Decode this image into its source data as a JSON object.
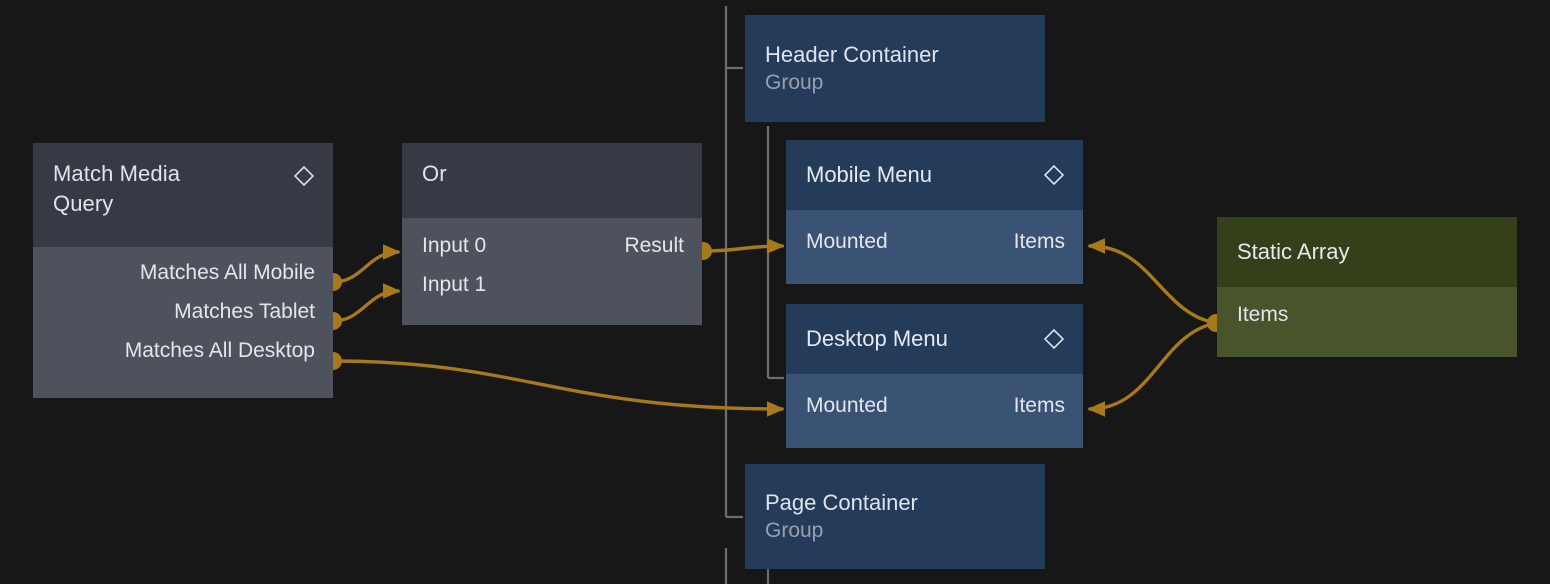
{
  "canvas": {
    "background": "#171717",
    "wire_color": "#a8791a",
    "tree_line_color": "#6d6d6d"
  },
  "nodes": [
    {
      "id": "match-media-query",
      "title": "Match Media\nQuery",
      "has_diamond": true,
      "header_color": "#363a45",
      "body_color": "#4e525c",
      "outputs": [
        {
          "label": "Matches All Mobile"
        },
        {
          "label": "Matches Tablet"
        },
        {
          "label": "Matches All Desktop"
        }
      ]
    },
    {
      "id": "or",
      "title": "Or",
      "has_diamond": false,
      "header_color": "#363a45",
      "body_color": "#4e525c",
      "inputs": [
        {
          "label": "Input 0"
        },
        {
          "label": "Input 1"
        }
      ],
      "outputs": [
        {
          "label": "Result"
        }
      ]
    },
    {
      "id": "header-container",
      "title": "Header Container",
      "subtitle": "Group",
      "header_color": "#243c5a"
    },
    {
      "id": "mobile-menu",
      "title": "Mobile Menu",
      "has_diamond": true,
      "header_color": "#243c5a",
      "body_color": "#3a5274",
      "inputs": [
        {
          "label": "Mounted"
        }
      ],
      "outputs": [
        {
          "label": "Items"
        }
      ]
    },
    {
      "id": "desktop-menu",
      "title": "Desktop Menu",
      "has_diamond": true,
      "header_color": "#243c5a",
      "body_color": "#3a5274",
      "inputs": [
        {
          "label": "Mounted"
        }
      ],
      "outputs": [
        {
          "label": "Items"
        }
      ]
    },
    {
      "id": "page-container",
      "title": "Page Container",
      "subtitle": "Group",
      "header_color": "#243c5a"
    },
    {
      "id": "static-array",
      "title": "Static Array",
      "has_diamond": false,
      "header_color": "#344019",
      "body_color": "#47542c",
      "outputs": [
        {
          "label": "Items"
        }
      ]
    }
  ],
  "labels": {
    "match_media_title": "Match Media\nQuery",
    "match_media_out_0": "Matches All Mobile",
    "match_media_out_1": "Matches Tablet",
    "match_media_out_2": "Matches All Desktop",
    "or_title": "Or",
    "or_in_0": "Input 0",
    "or_in_1": "Input 1",
    "or_out_0": "Result",
    "header_container_title": "Header Container",
    "header_container_sub": "Group",
    "mobile_menu_title": "Mobile Menu",
    "mobile_menu_in_0": "Mounted",
    "mobile_menu_out_0": "Items",
    "desktop_menu_title": "Desktop Menu",
    "desktop_menu_in_0": "Mounted",
    "desktop_menu_out_0": "Items",
    "page_container_title": "Page Container",
    "page_container_sub": "Group",
    "static_array_title": "Static Array",
    "static_array_out_0": "Items"
  },
  "connections": [
    {
      "from": "match-media-query.Matches All Mobile",
      "to": "or.Input 0"
    },
    {
      "from": "match-media-query.Matches Tablet",
      "to": "or.Input 1"
    },
    {
      "from": "or.Result",
      "to": "mobile-menu.Mounted"
    },
    {
      "from": "match-media-query.Matches All Desktop",
      "to": "desktop-menu.Mounted"
    },
    {
      "from": "static-array.Items",
      "to": "mobile-menu.Items"
    },
    {
      "from": "static-array.Items",
      "to": "desktop-menu.Items"
    }
  ],
  "icons": {
    "diamond": "diamond-icon"
  }
}
